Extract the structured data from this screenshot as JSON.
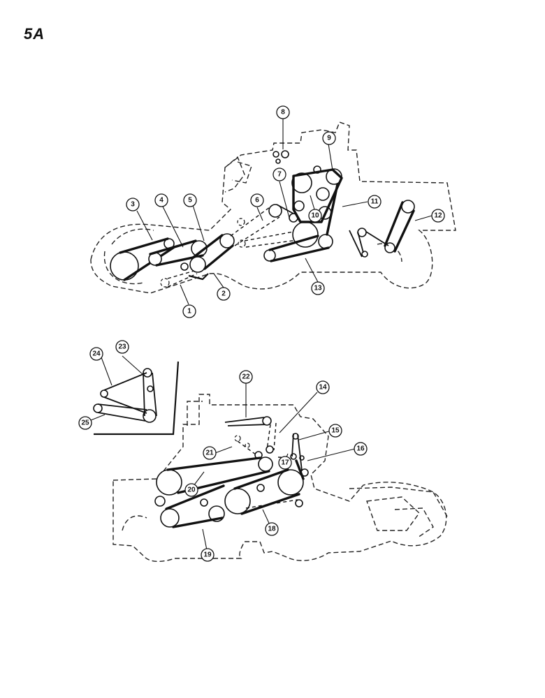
{
  "page": {
    "number": "5A"
  },
  "callouts": {
    "c1": "1",
    "c2": "2",
    "c3": "3",
    "c4": "4",
    "c5": "5",
    "c6": "6",
    "c7": "7",
    "c8": "8",
    "c9": "9",
    "c10": "10",
    "c11": "11",
    "c12": "12",
    "c13": "13",
    "c14": "14",
    "c15": "15",
    "c16": "16",
    "c17": "17",
    "c18": "18",
    "c19": "19",
    "c20": "20",
    "c21": "21",
    "c22": "22",
    "c23": "23",
    "c24": "24",
    "c25": "25"
  }
}
